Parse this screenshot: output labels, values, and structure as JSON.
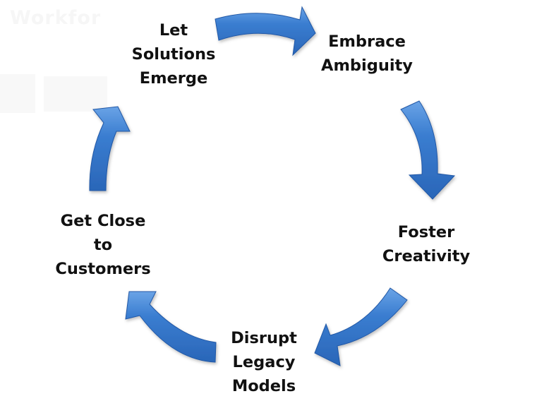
{
  "diagram": {
    "type": "cycle",
    "watermark": "Workfor",
    "arrow_color": "#3a7dd0",
    "arrow_edge_color": "#2158a6",
    "arrow_highlight_color": "#6aa3e6",
    "steps": [
      {
        "id": "embrace-ambiguity",
        "lines": [
          "Embrace",
          "Ambiguity"
        ]
      },
      {
        "id": "foster-creativity",
        "lines": [
          "Foster",
          "Creativity"
        ]
      },
      {
        "id": "disrupt-legacy-models",
        "lines": [
          "Disrupt",
          "Legacy",
          "Models"
        ]
      },
      {
        "id": "get-close-to-customers",
        "lines": [
          "Get Close",
          "to",
          "Customers"
        ]
      },
      {
        "id": "let-solutions-emerge",
        "lines": [
          "Let",
          "Solutions",
          "Emerge"
        ]
      }
    ],
    "flow_direction": "clockwise"
  }
}
